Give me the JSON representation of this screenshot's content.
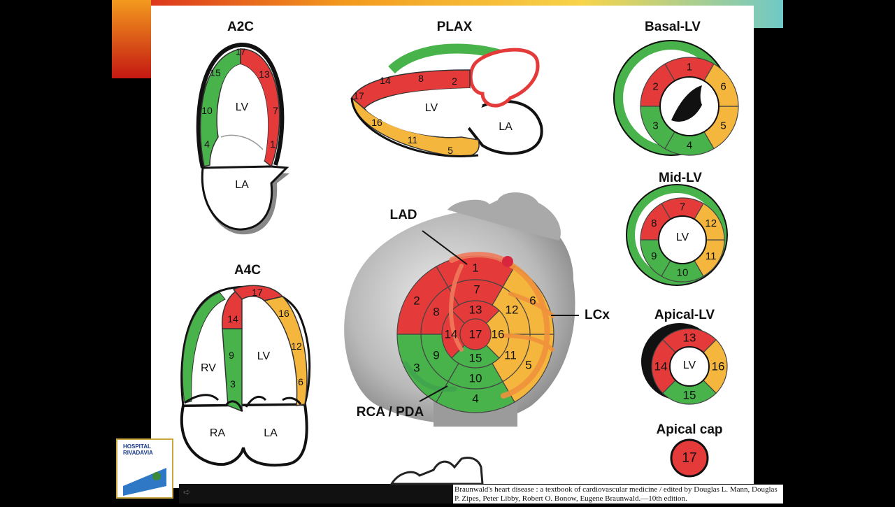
{
  "views": {
    "a2c": "A2C",
    "plax": "PLAX",
    "basal": "Basal-LV",
    "a4c": "A4C",
    "mid": "Mid-LV",
    "apical": "Apical-LV",
    "cap": "Apical cap"
  },
  "chambers": {
    "lv": "LV",
    "la": "LA",
    "rv": "RV",
    "ra": "RA"
  },
  "arteries": {
    "lad": "LAD",
    "lcx": "LCx",
    "rca": "RCA / PDA"
  },
  "segment_numbers": [
    "1",
    "2",
    "3",
    "4",
    "5",
    "6",
    "7",
    "8",
    "9",
    "10",
    "11",
    "12",
    "13",
    "14",
    "15",
    "16",
    "17"
  ],
  "colors": {
    "lad": "#e53a3a",
    "lcx": "#f4b63c",
    "rca": "#47b34a",
    "bg_slide": "#ffffff"
  },
  "citation": "Braunwald's heart disease : a textbook of cardiovascular medicine / edited by Douglas L. Mann, Douglas P. Zipes, Peter Libby, Robert O. Bonow, Eugene Braunwald.—10th edition.",
  "logo": {
    "line1": "HOSPITAL",
    "line2": "RIVADAVIA"
  }
}
